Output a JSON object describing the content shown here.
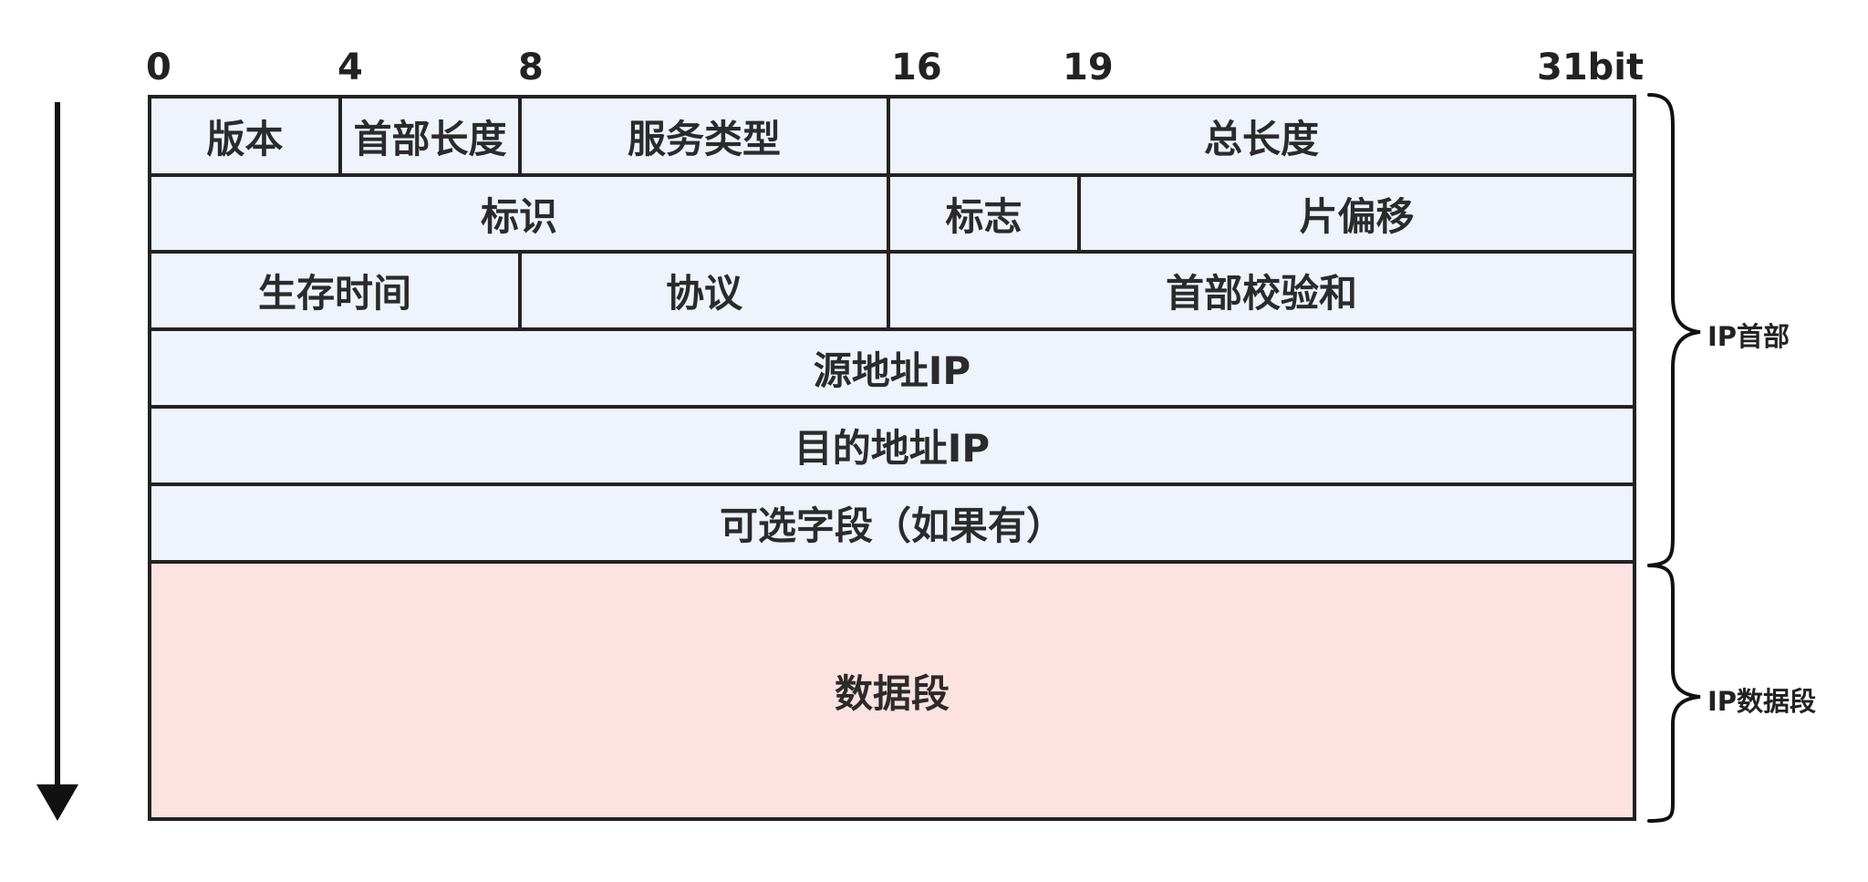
{
  "bit_ticks": [
    "0",
    "4",
    "8",
    "16",
    "19",
    "31bit"
  ],
  "rows": [
    [
      "版本",
      "首部长度",
      "服务类型",
      "总长度"
    ],
    [
      "标识",
      "标志",
      "片偏移"
    ],
    [
      "生存时间",
      "协议",
      "首部校验和"
    ],
    [
      "源地址IP"
    ],
    [
      "目的地址IP"
    ],
    [
      "可选字段（如果有）"
    ]
  ],
  "data_segment": "数据段",
  "brace_labels": {
    "header": "IP首部",
    "data": "IP数据段"
  },
  "colors": {
    "header_fill": "#eef3fc",
    "data_fill": "#fde2e2",
    "line": "#222222"
  }
}
